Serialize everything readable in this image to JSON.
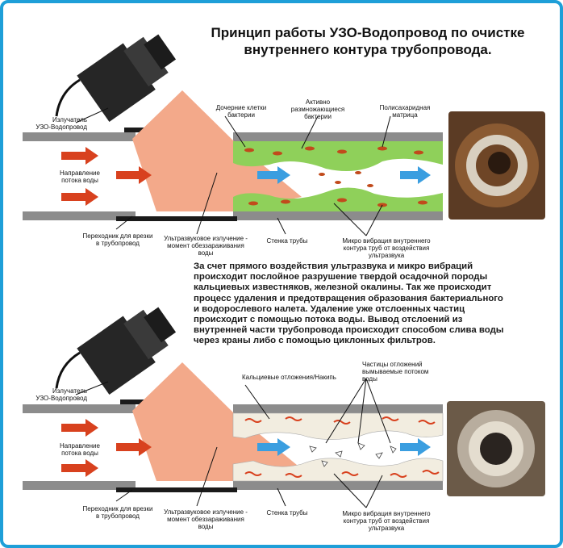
{
  "title": {
    "line1": "Принцип работы УЗО-Водопровод по очистке",
    "line2": "внутреннего контура трубопровода."
  },
  "paragraph": [
    "За счет прямого воздействия ультразвука и микро вибраций",
    "происходит послойное разрушение твердой осадочной породы",
    "кальциевых известняков, железной окалины. Так же происходит",
    "процесс удаления и предотвращения образования бактериального",
    "и водорослевого налета. Удаление уже отслоенных частиц",
    "происходит с помощью потока воды. Вывод отслоений из",
    "внутренней части трубопровода происходит способом слива воды",
    "через краны либо с помощью циклонных фильтров."
  ],
  "top": {
    "emitter": [
      "Излучатель",
      "УЗО-Водопровод"
    ],
    "flow": [
      "Направление",
      "потока воды"
    ],
    "adapter": [
      "Переходник для врезки",
      "в трубопровод"
    ],
    "ultrasound": [
      "Ультразвуковое излучение -",
      "момент обеззараживания",
      "воды"
    ],
    "wall": "Стенка трубы",
    "micro": [
      "Микро вибрация внутреннего",
      "контура  труб от воздействия",
      "ультразвука"
    ],
    "daughter": [
      "Дочерние клетки",
      "бактерии"
    ],
    "active": [
      "Активно",
      "размножающиеся",
      "бактерии"
    ],
    "matrix": [
      "Полисахаридная",
      "матрица"
    ]
  },
  "bottom": {
    "emitter": [
      "Излучатель",
      "УЗО-Водопровод"
    ],
    "flow": [
      "Направление",
      "потока воды"
    ],
    "adapter": [
      "Переходник для врезки",
      "в трубопровод"
    ],
    "ultrasound": [
      "Ультразвуковое излучение -",
      "момент обеззараживания",
      "воды"
    ],
    "wall": "Стенка трубы",
    "micro": [
      "Микро вибрация внутреннего",
      "контура  труб от воздействия",
      "ультразвука"
    ],
    "calcium": "Кальциевые отложения/Накипь",
    "particles": [
      "Частицы отложений",
      "вымываемые потоком",
      "воды"
    ]
  },
  "colors": {
    "border": "#1e9fd8",
    "pipe": "#8c8c8c",
    "beam": "#f3a98a",
    "arrow_red": "#d8411e",
    "arrow_blue": "#3a9ee0",
    "biofilm": "#8fd05a",
    "scale": "#f2ede0"
  }
}
